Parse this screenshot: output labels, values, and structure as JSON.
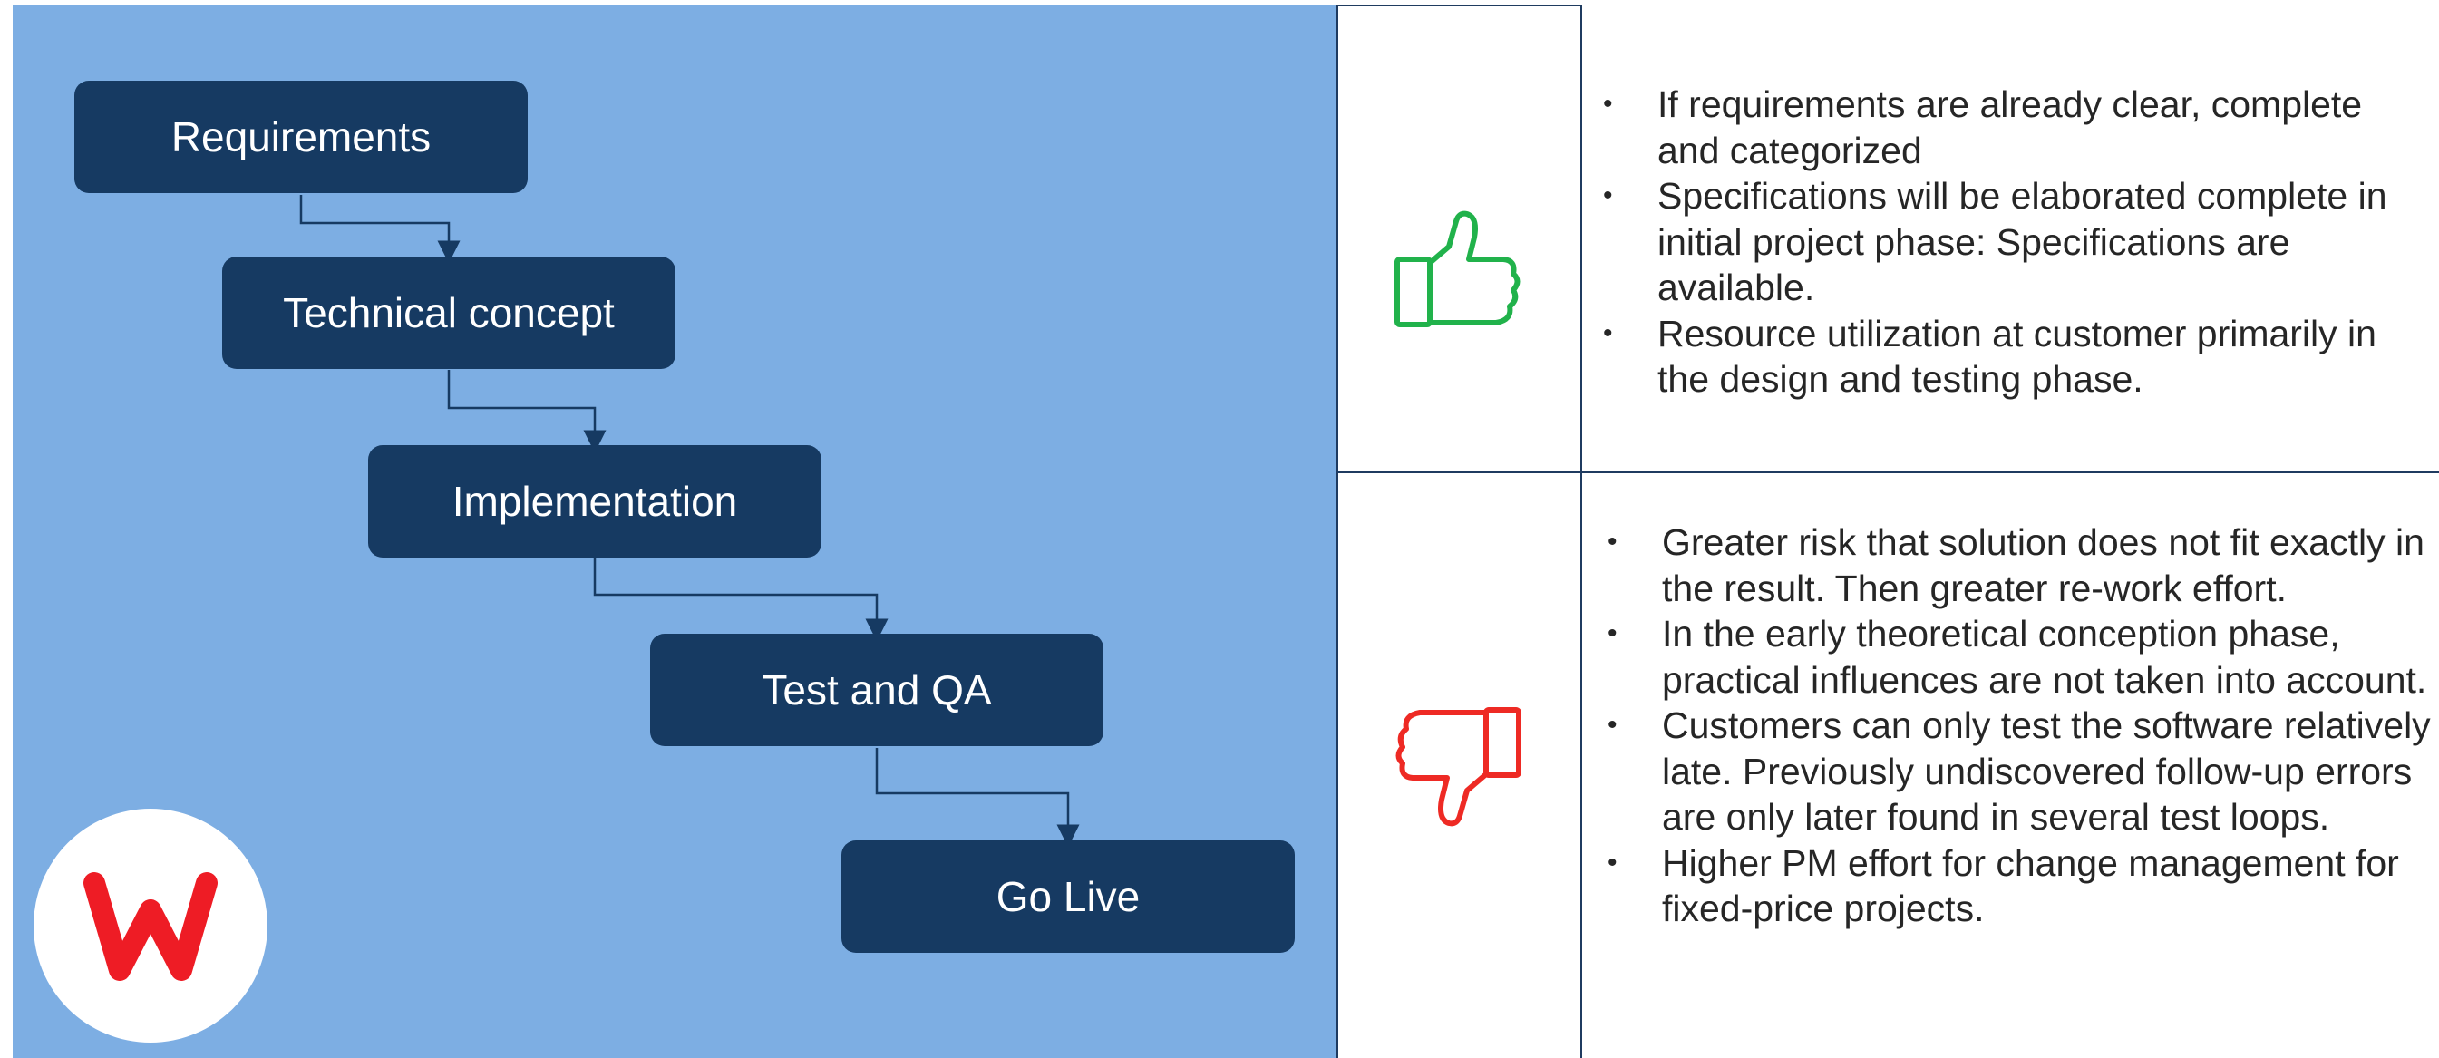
{
  "steps": [
    {
      "label": "Requirements"
    },
    {
      "label": "Technical concept"
    },
    {
      "label": "Implementation"
    },
    {
      "label": "Test and QA"
    },
    {
      "label": "Go Live"
    }
  ],
  "logo": {
    "letter": "W",
    "color": "#ee1c25"
  },
  "pros": {
    "icon": "thumbs-up-icon",
    "icon_color": "#21b24b",
    "items": [
      "If requirements are already clear, complete and categorized",
      "Specifications will be elaborated complete in initial project phase: Specifications are available.",
      "Resource utilization at customer primarily in the design and testing phase."
    ]
  },
  "cons": {
    "icon": "thumbs-down-icon",
    "icon_color": "#ee2a24",
    "items": [
      "Greater risk that solution does not fit exactly in the result. Then greater re-work effort.",
      "In the early theoretical conception phase, practical influences are not taken into account.",
      "Customers can only test the software relatively late. Previously undiscovered follow-up errors are only later found in several test loops.",
      "Higher PM effort for change management for fixed-price projects."
    ]
  },
  "colors": {
    "panel": "#7daee3",
    "step_box": "#163a62",
    "connector": "#163a62"
  }
}
